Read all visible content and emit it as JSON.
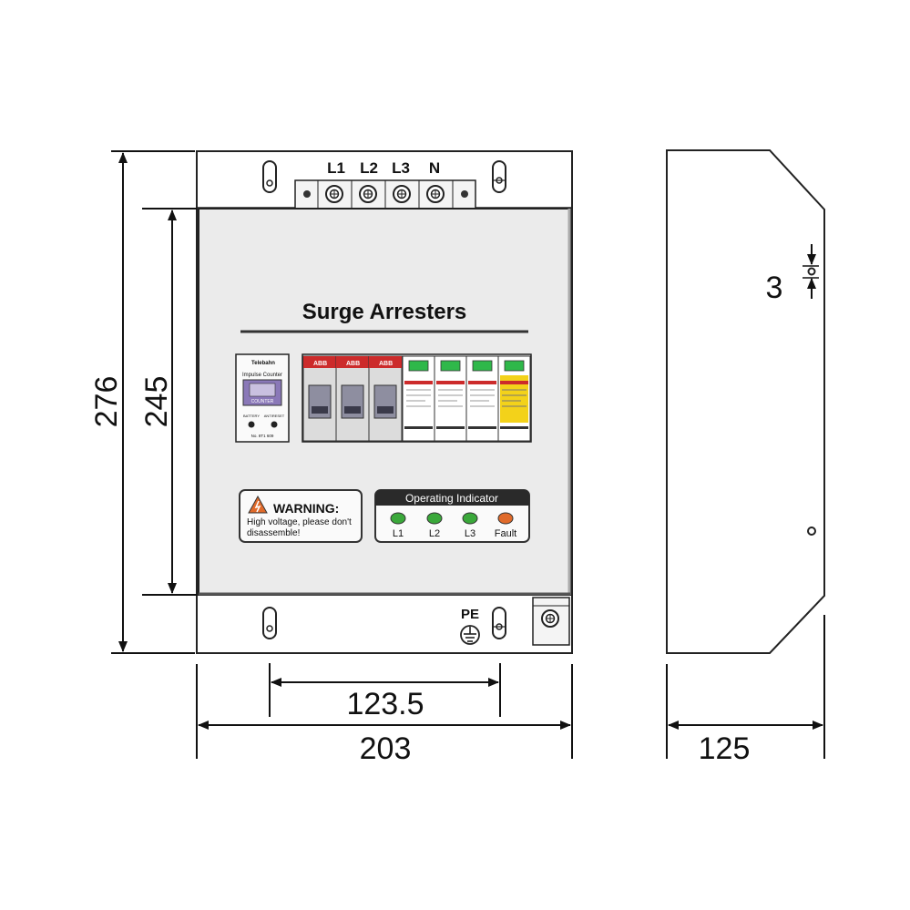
{
  "title": "Surge Arresters",
  "terminals": [
    "L1",
    "L2",
    "L3",
    "N"
  ],
  "pe_label": "PE",
  "counter": {
    "brand": "Telebahn",
    "title": "Impulse Counter",
    "screen": "COUNTER",
    "btn_left": "BATTERY",
    "btn_right": "ANTIRESET",
    "code": "No. 8T1 609"
  },
  "breaker_brand": "ABB",
  "warning": {
    "title": "WARNING:",
    "line1": "High voltage, please don't",
    "line2": "disassemble!"
  },
  "indicator": {
    "title": "Operating Indicator",
    "lights": [
      {
        "label": "L1",
        "color": "#3aa83a"
      },
      {
        "label": "L2",
        "color": "#3aa83a"
      },
      {
        "label": "L3",
        "color": "#3aa83a"
      },
      {
        "label": "Fault",
        "color": "#e06a2a"
      }
    ]
  },
  "dimensions": {
    "height_outer": "276",
    "height_inner": "245",
    "width_outer": "203",
    "width_mount": "123.5",
    "depth": "125",
    "thickness": "3"
  },
  "colors": {
    "panel": "#ebebeb",
    "breaker_red": "#cc2b2b",
    "module_yellow": "#f3d21a",
    "led_green": "#3aa83a",
    "fault_orange": "#e06a2a"
  }
}
